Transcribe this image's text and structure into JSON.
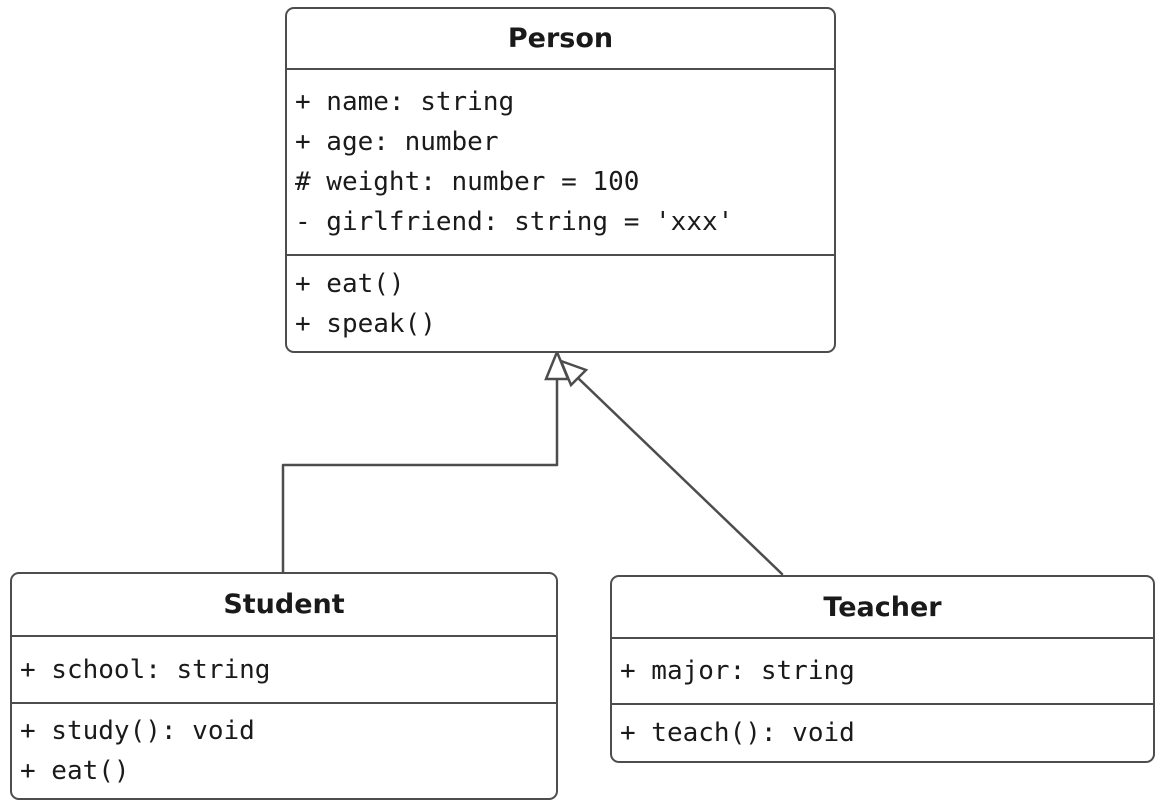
{
  "diagram": {
    "type": "uml-class-diagram",
    "background": "#ffffff",
    "colors": {
      "box_border": "#4d4d4d",
      "box_fill": "#ffffff",
      "text": "#1a1a1a",
      "edge": "#4d4d4d",
      "arrowhead_fill": "#ffffff"
    }
  },
  "classes": [
    {
      "name": "Person",
      "attributes": [
        "+ name: string",
        "+ age: number",
        "# weight: number = 100",
        "- girlfriend: string = 'xxx'"
      ],
      "methods": [
        "+ eat()",
        "+ speak()"
      ]
    },
    {
      "name": "Student",
      "attributes": [
        "+ school: string"
      ],
      "methods": [
        "+ study(): void",
        "+ eat()"
      ]
    },
    {
      "name": "Teacher",
      "attributes": [
        "+ major: string"
      ],
      "methods": [
        "+ teach(): void"
      ]
    }
  ],
  "relations": [
    {
      "from": "Student",
      "to": "Person",
      "type": "inheritance",
      "arrowhead": "hollow-triangle",
      "line": "orthogonal"
    },
    {
      "from": "Teacher",
      "to": "Person",
      "type": "inheritance",
      "arrowhead": "hollow-triangle",
      "line": "straight"
    }
  ]
}
